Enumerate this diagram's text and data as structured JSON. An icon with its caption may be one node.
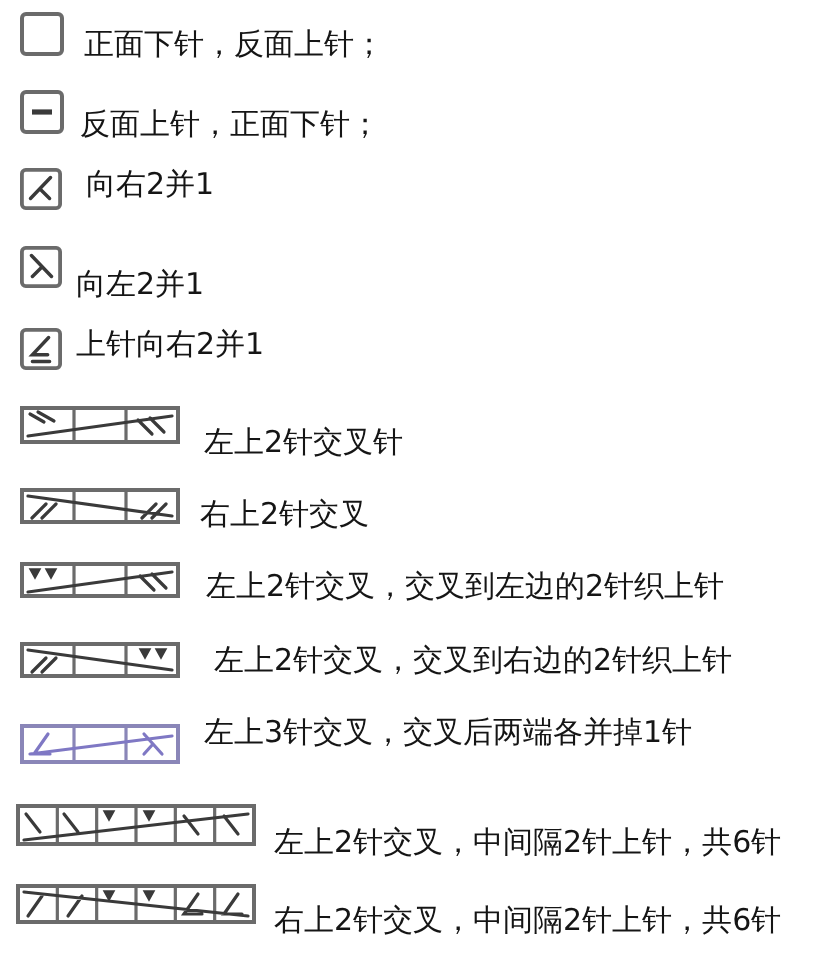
{
  "diagram": {
    "legend": [
      {
        "text": "正面下针，反面上针；"
      },
      {
        "text": "反面上针，正面下针；"
      },
      {
        "text": "向右2并1"
      },
      {
        "text": "向左2并1"
      },
      {
        "text": "上针向右2并1"
      },
      {
        "text": "左上2针交叉针"
      },
      {
        "text": "右上2针交叉"
      },
      {
        "text": "左上2针交叉，交叉到左边的2针织上针"
      },
      {
        "text": "左上2针交叉，交叉到右边的2针织上针"
      },
      {
        "text": "左上3针交叉，交叉后两端各并掉1针"
      },
      {
        "text": "左上2针交叉，中间隔2针上针，共6针"
      },
      {
        "text": "右上2针交叉，中间隔2针上针，共6针"
      }
    ]
  }
}
